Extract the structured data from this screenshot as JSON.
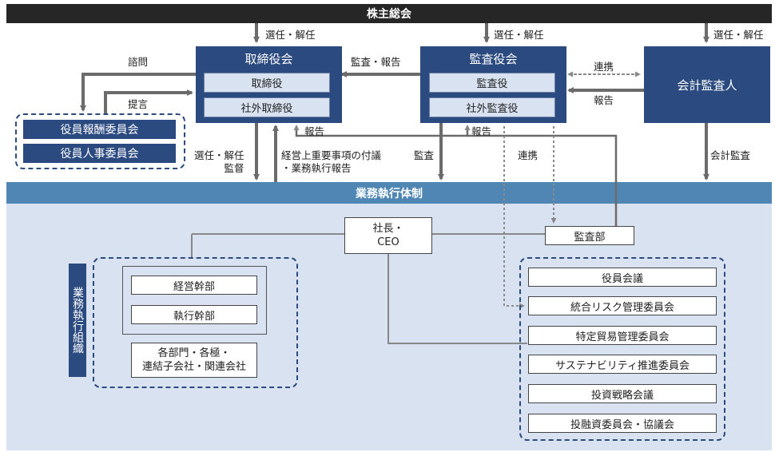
{
  "header": {
    "shareholders": "株主総会",
    "execution": "業務執行体制"
  },
  "board": {
    "title": "取締役会",
    "directors": "取締役",
    "outside_directors": "社外取締役"
  },
  "audit_board": {
    "title": "監査役会",
    "auditors": "監査役",
    "outside_auditors": "社外監査役"
  },
  "accounting_auditor": "会計監査人",
  "committees": {
    "compensation": "役員報酬委員会",
    "nomination": "役員人事委員会"
  },
  "labels": {
    "elect1": "選任・解任",
    "elect2": "選任・解任",
    "elect3": "選任・解任",
    "consult": "諮問",
    "propose": "提言",
    "audit_report": "監査・報告",
    "coop1": "連携",
    "report1": "報告",
    "report2": "報告",
    "report3": "報告",
    "elect_supervise": "選任・解任\n監督",
    "matters_report": "経営上重要事項の付議\n・業務執行報告",
    "audit": "監査",
    "coop2": "連携",
    "accounting_audit": "会計監査"
  },
  "ceo": "社長・\nCEO",
  "audit_dept": "監査部",
  "org_label": "業務執行組織",
  "org": {
    "management": "経営幹部",
    "executive": "執行幹部",
    "divisions": "各部門・各極・\n連結子会社・関連会社"
  },
  "meetings": [
    "役員会議",
    "統合リスク管理委員会",
    "特定貿易管理委員会",
    "サステナビリティ推進委員会",
    "投資戦略会議",
    "投融資委員会・協議会"
  ],
  "colors": {
    "navy": "#2b4a80",
    "light_blue": "#d9e2f0",
    "header_dark": "#262626",
    "header_blue": "#4f86b3",
    "arrow_gray": "#6b6b6b"
  }
}
